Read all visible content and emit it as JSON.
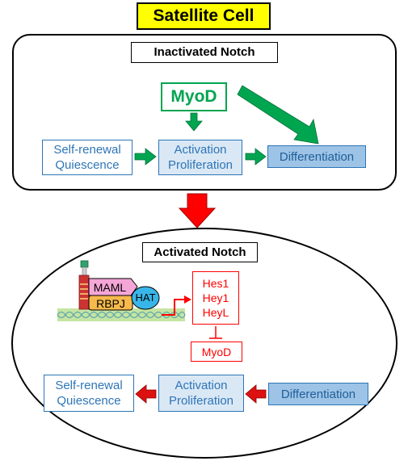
{
  "title": "Satellite Cell",
  "top_panel": {
    "label": "Inactivated Notch",
    "myod": "MyoD",
    "self_renewal": [
      "Self-renewal",
      "Quiescence"
    ],
    "activation": [
      "Activation",
      "Proliferation"
    ],
    "differentiation": "Differentiation"
  },
  "bottom_panel": {
    "label": "Activated Notch",
    "complex": {
      "maml": "MAML",
      "rbpj": "RBPJ",
      "hat": "HAT"
    },
    "targets": [
      "Hes1",
      "Hey1",
      "HeyL"
    ],
    "myod": "MyoD",
    "self_renewal": [
      "Self-renewal",
      "Quiescence"
    ],
    "activation": [
      "Activation",
      "Proliferation"
    ],
    "differentiation": "Differentiation"
  },
  "colors": {
    "green": "#00a550",
    "red": "#ff0000",
    "blue": "#2e75b6",
    "yellow": "#ffff00"
  }
}
